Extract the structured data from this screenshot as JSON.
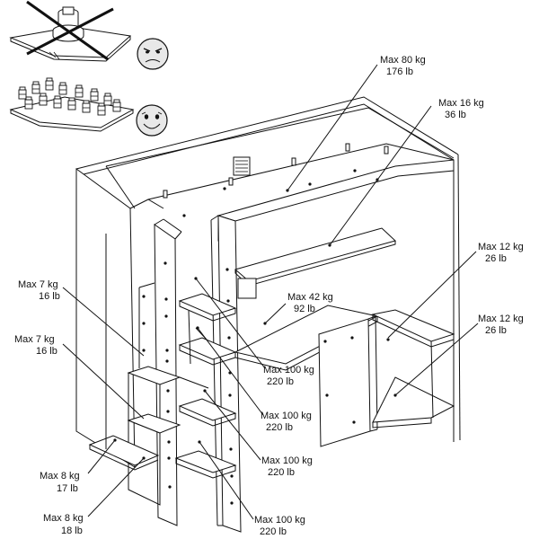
{
  "labels": [
    {
      "id": "top",
      "kg": "Max 80 kg",
      "lb": "176 lb"
    },
    {
      "id": "desk-shelf",
      "kg": "Max 16 kg",
      "lb": "36 lb"
    },
    {
      "id": "right-shelf-1",
      "kg": "Max 12 kg",
      "lb": "26 lb"
    },
    {
      "id": "right-shelf-2",
      "kg": "Max 12 kg",
      "lb": "26 lb"
    },
    {
      "id": "desk",
      "kg": "Max 42 kg",
      "lb": "92 lb"
    },
    {
      "id": "step-1",
      "kg": "Max 100 kg",
      "lb": "220 lb"
    },
    {
      "id": "step-2",
      "kg": "Max 100 kg",
      "lb": "220 lb"
    },
    {
      "id": "step-3",
      "kg": "Max 100 kg",
      "lb": "220 lb"
    },
    {
      "id": "step-4",
      "kg": "Max 100 kg",
      "lb": "220 lb"
    },
    {
      "id": "left-shelf-1",
      "kg": "Max 7 kg",
      "lb": "16 lb"
    },
    {
      "id": "left-shelf-2",
      "kg": "Max 7 kg",
      "lb": "16 lb"
    },
    {
      "id": "left-bottom-1",
      "kg": "Max 8 kg",
      "lb": "17 lb"
    },
    {
      "id": "left-bottom-2",
      "kg": "Max 8 kg",
      "lb": "18 lb"
    }
  ],
  "icons": {
    "wrong": "sad-face-icon",
    "right": "happy-face-icon",
    "cross": "cross-out-icon"
  }
}
